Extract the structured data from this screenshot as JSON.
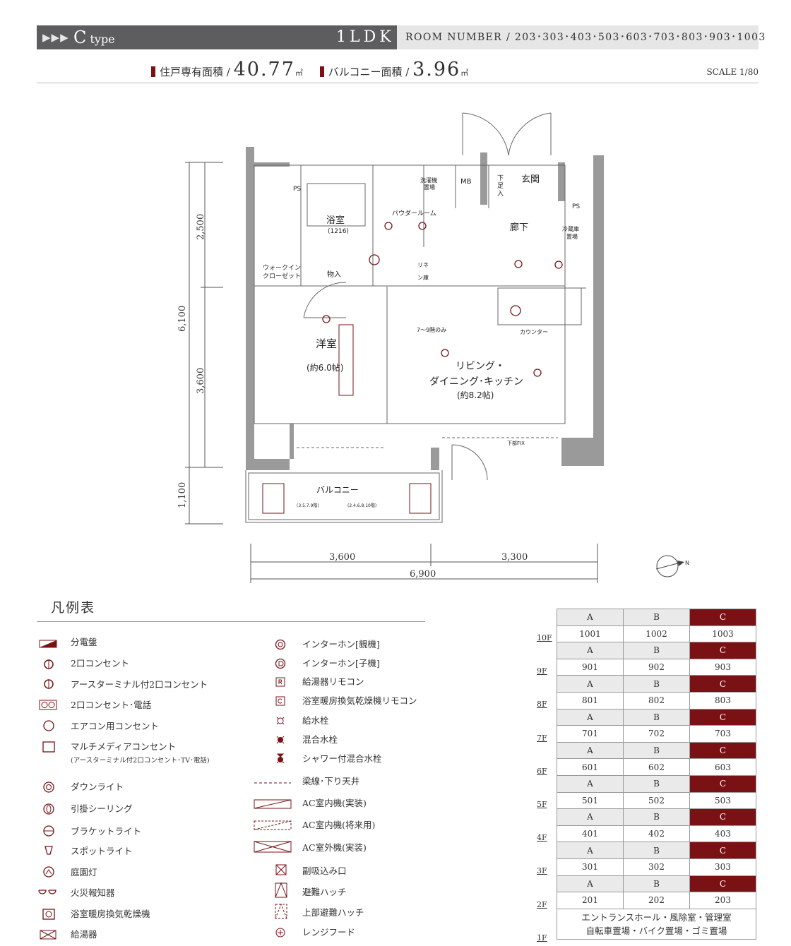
{
  "header": {
    "arrows": "▶▶▶",
    "type_letter": "C",
    "type_word": "type",
    "layout": "1LDK",
    "room_number": "ROOM NUMBER / 203･303･403･503･603･703･803･903･1003"
  },
  "area": {
    "private_label": "住戸専有面積 /",
    "private_value": "40.77",
    "unit": "㎡",
    "balcony_label": "バルコニー面積 /",
    "balcony_value": "3.96"
  },
  "scale": "SCALE 1/80",
  "plan": {
    "ps": "PS",
    "mb": "MB",
    "genkan": "玄関",
    "shita_a": "下",
    "shita_b": "足",
    "shita_c": "入",
    "bath": "浴室",
    "bath_size": "(1216)",
    "powder": "パウダールーム",
    "washer_a": "洗濯機",
    "washer_b": "置場",
    "wic_a": "ウォークイン",
    "wic_b": "クローゼット",
    "storage": "物入",
    "linen_a": "リネ",
    "linen_b": "ン庫",
    "hall": "廊下",
    "fridge_a": "冷蔵庫",
    "fridge_b": "置場",
    "counter": "カウンター",
    "floor_note": "7～9階のみ",
    "yoshitsu": "洋室",
    "yoshitsu_size": "(約6.0帖)",
    "ldk_a": "リビング・",
    "ldk_b": "ダイニング･キッチン",
    "ldk_size": "(約8.2帖)",
    "balcony": "バルコニー",
    "hatch1": "(3.5.7.9階)",
    "hatch2": "(2.4.6.8.10階)",
    "fix": "下部FIX",
    "dims": {
      "v1": "2,500",
      "v2": "3,600",
      "v3": "1,100",
      "vtotal": "6,100",
      "h1": "3,600",
      "h2": "3,300",
      "htotal": "6,900"
    },
    "north": "N"
  },
  "legend": {
    "title": "凡例表",
    "left": [
      "分電盤",
      "2口コンセント",
      "アースターミナル付2口コンセント",
      "2口コンセント･電話",
      "エアコン用コンセント",
      "マルチメディアコンセント",
      "(アースターミナル付2口コンセント･TV･電話)",
      "ダウンライト",
      "引掛シーリング",
      "ブラケットライト",
      "スポットライト",
      "庭園灯",
      "火災報知器",
      "浴室暖房換気乾燥機",
      "給湯器"
    ],
    "right": [
      "インターホン[親機]",
      "インターホン[子機]",
      "給湯器リモコン",
      "浴室暖房換気乾燥機リモコン",
      "給水栓",
      "混合水栓",
      "シャワー付混合水栓",
      "梁線･下り天井",
      "AC室内機(実装)",
      "AC室内機(将来用)",
      "AC室外機(実装)",
      "副吸込み口",
      "避難ハッチ",
      "上部避難ハッチ",
      "レンジフード"
    ]
  },
  "floors": {
    "labels": [
      "A",
      "B",
      "C"
    ],
    "rows": [
      {
        "floor": "10F",
        "rooms": [
          "1001",
          "1002",
          "1003"
        ]
      },
      {
        "floor": "9F",
        "rooms": [
          "901",
          "902",
          "903"
        ]
      },
      {
        "floor": "8F",
        "rooms": [
          "801",
          "802",
          "803"
        ]
      },
      {
        "floor": "7F",
        "rooms": [
          "701",
          "702",
          "703"
        ]
      },
      {
        "floor": "6F",
        "rooms": [
          "601",
          "602",
          "603"
        ]
      },
      {
        "floor": "5F",
        "rooms": [
          "501",
          "502",
          "503"
        ]
      },
      {
        "floor": "4F",
        "rooms": [
          "401",
          "402",
          "403"
        ]
      },
      {
        "floor": "3F",
        "rooms": [
          "301",
          "302",
          "303"
        ]
      },
      {
        "floor": "2F",
        "rooms": [
          "201",
          "202",
          "203"
        ]
      }
    ],
    "ground_a": "エントランスホール・風除室・管理室",
    "ground_b": "自転車置場・バイク置場・ゴミ置場",
    "ground_floor": "1F",
    "accent": "#7a1114"
  }
}
